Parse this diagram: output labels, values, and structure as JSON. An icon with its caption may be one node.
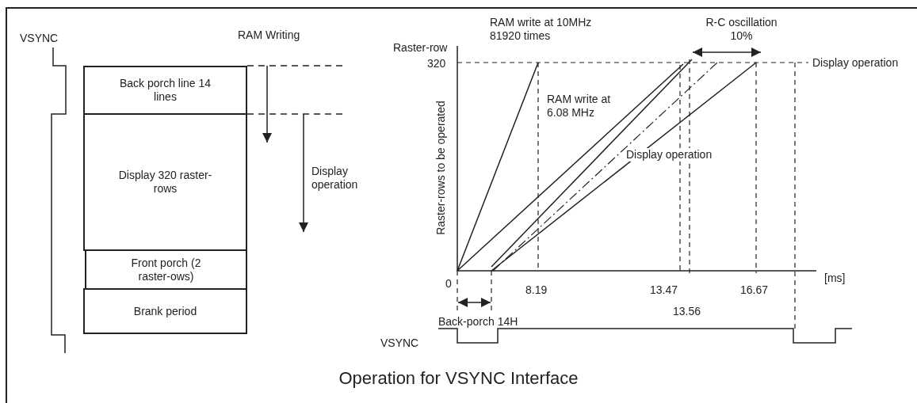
{
  "diagram": {
    "caption": "Operation for VSYNC Interface",
    "nodes": [
      {
        "text": [
          "Back porch line 14 lines"
        ]
      },
      {
        "text": [
          "Display 320 raster-rows"
        ]
      },
      {
        "text": [
          "Front porch (2 raster-ows)"
        ]
      },
      {
        "text": [
          "Brank period"
        ]
      }
    ],
    "labels": [
      "VSYNC",
      "RAM Writing",
      "Display operation",
      "RAM write at 10MHz 81920 times",
      "R-C oscillation 10%",
      "Raster-row",
      "320",
      "Display operation",
      "RAM write at 6.08 MHz",
      "Display operation",
      "Raster-rows to be operated",
      "0",
      "8.19",
      "13.47",
      "[ms]",
      "16.67",
      "13.56",
      "Back-porch 14H",
      "VSYNC"
    ]
  }
}
